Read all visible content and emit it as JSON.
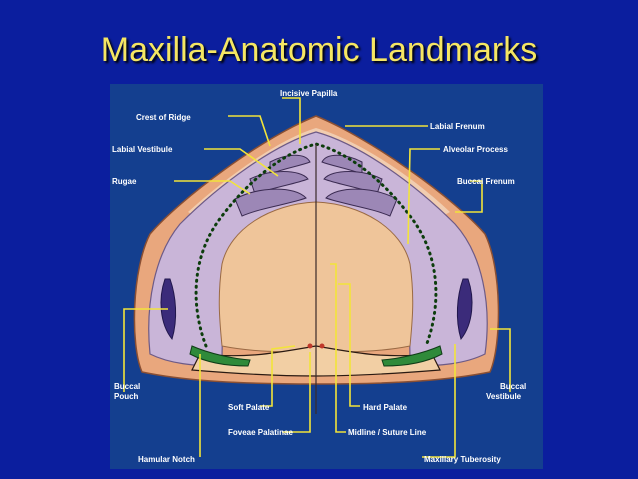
{
  "slide": {
    "title": "Maxilla-Anatomic Landmarks"
  },
  "labels": {
    "incisive_papilla": "Incisive Papilla",
    "crest_of_ridge": "Crest of Ridge",
    "labial_frenum": "Labial Frenum",
    "labial_vestibule": "Labial Vestibule",
    "alveolar_process": "Alveolar Process",
    "rugae": "Rugae",
    "buccal_frenum": "Buccal Frenum",
    "buccal_pouch_1": "Buccal",
    "buccal_pouch_2": "Pouch",
    "buccal_vestibule_1": "Buccal",
    "buccal_vestibule_2": "Vestibule",
    "soft_palate": "Soft Palate",
    "hard_palate": "Hard Palate",
    "foveae_palatinae": "Foveae Palatinae",
    "midline": "Midline / Suture Line",
    "hamular_notch": "Hamular Notch",
    "maxillary_tuberosity": "Maxillary Tuberosity"
  },
  "colors": {
    "background": "#0b1e9e",
    "title": "#f5e663",
    "leader": "#f2e43a",
    "tissue_outer": "#e9a77d",
    "ridge": "#c9b5d8",
    "palate": "#efc59a"
  }
}
